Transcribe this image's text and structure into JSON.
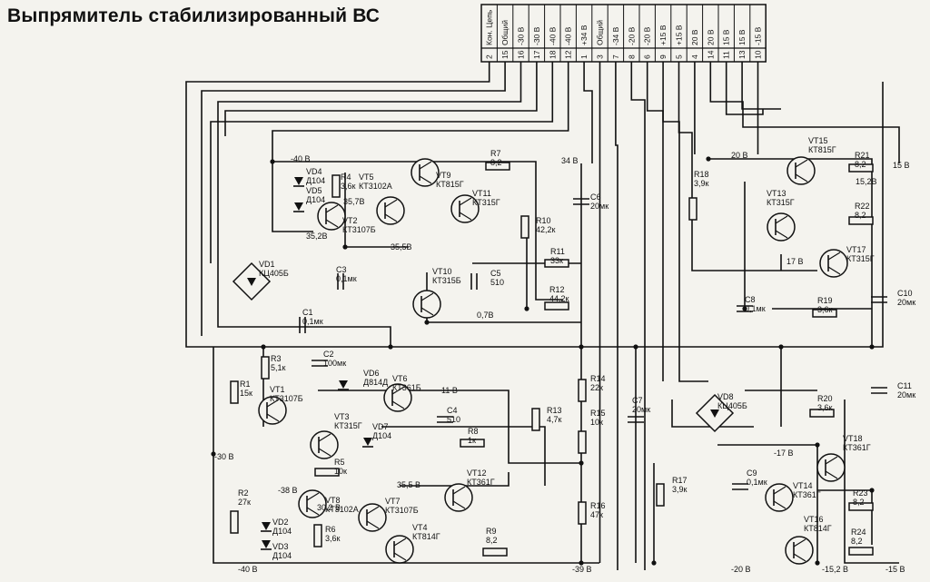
{
  "title": "Выпрямитель стабилизированный ВС",
  "connector": {
    "functions": [
      "Кон. Цепь",
      "Общий",
      "-30 В",
      "-30 В",
      "-40 В",
      "-40 В",
      "+34 В",
      "Общий",
      "-34 В",
      "-20 В",
      "-20 В",
      "+15 В",
      "+15 В",
      "20 В",
      "20 В",
      "15 В",
      "15 В",
      "-15 В"
    ],
    "pins": [
      "2",
      "15",
      "16",
      "17",
      "18",
      "12",
      "1",
      "3",
      "7",
      "8",
      "6",
      "9",
      "5",
      "4",
      "14",
      "11",
      "13",
      "10"
    ]
  },
  "transistors": [
    {
      "ref": "VT1",
      "part": "КТ3107Б"
    },
    {
      "ref": "VT2",
      "part": "КТ3107Б"
    },
    {
      "ref": "VT3",
      "part": "КТ315Г"
    },
    {
      "ref": "VT4",
      "part": "КТ814Г"
    },
    {
      "ref": "VT5",
      "part": "КТ3102А"
    },
    {
      "ref": "VT6",
      "part": "КТ361Б"
    },
    {
      "ref": "VT7",
      "part": "КТ3107Б"
    },
    {
      "ref": "VT8",
      "part": "КТ3102А"
    },
    {
      "ref": "VT9",
      "part": "КТ815Г"
    },
    {
      "ref": "VT10",
      "part": "КТ315Б"
    },
    {
      "ref": "VT11",
      "part": "КТ315Г"
    },
    {
      "ref": "VT12",
      "part": "КТ361Г"
    },
    {
      "ref": "VT13",
      "part": "КТ315Г"
    },
    {
      "ref": "VT14",
      "part": "КТ361Г"
    },
    {
      "ref": "VT15",
      "part": "КТ815Г"
    },
    {
      "ref": "VT16",
      "part": "КТ814Г"
    },
    {
      "ref": "VT17",
      "part": "КТ315Г"
    },
    {
      "ref": "VT18",
      "part": "КТ361Г"
    }
  ],
  "resistors": [
    {
      "ref": "R1",
      "value": "15к"
    },
    {
      "ref": "R2",
      "value": "27к"
    },
    {
      "ref": "R3",
      "value": "5,1к"
    },
    {
      "ref": "R4",
      "value": "3,6к"
    },
    {
      "ref": "R5",
      "value": "10к"
    },
    {
      "ref": "R6",
      "value": "3,6к"
    },
    {
      "ref": "R7",
      "value": "8,2"
    },
    {
      "ref": "R8",
      "value": "1к"
    },
    {
      "ref": "R9",
      "value": "8,2"
    },
    {
      "ref": "R10",
      "value": "42,2к"
    },
    {
      "ref": "R11",
      "value": "33к"
    },
    {
      "ref": "R12",
      "value": "44,2к"
    },
    {
      "ref": "R13",
      "value": "4,7к"
    },
    {
      "ref": "R14",
      "value": "22к"
    },
    {
      "ref": "R15",
      "value": "10к"
    },
    {
      "ref": "R16",
      "value": "47к"
    },
    {
      "ref": "R17",
      "value": "3,9к"
    },
    {
      "ref": "R18",
      "value": "3,9к"
    },
    {
      "ref": "R19",
      "value": "3,6к"
    },
    {
      "ref": "R20",
      "value": "3,6к"
    },
    {
      "ref": "R21",
      "value": "8,2"
    },
    {
      "ref": "R22",
      "value": "8,2"
    },
    {
      "ref": "R23",
      "value": "8,2"
    },
    {
      "ref": "R24",
      "value": "8,2"
    }
  ],
  "capacitors": [
    {
      "ref": "C1",
      "value": "0,1мк"
    },
    {
      "ref": "C2",
      "value": "100мк"
    },
    {
      "ref": "C3",
      "value": "0,1мк"
    },
    {
      "ref": "C4",
      "value": "510"
    },
    {
      "ref": "C5",
      "value": "510"
    },
    {
      "ref": "C6",
      "value": "20мк"
    },
    {
      "ref": "C7",
      "value": "20мк"
    },
    {
      "ref": "C8",
      "value": "0,1мк"
    },
    {
      "ref": "C9",
      "value": "0,1мк"
    },
    {
      "ref": "C10",
      "value": "20мк"
    },
    {
      "ref": "C11",
      "value": "20мк"
    }
  ],
  "diodes": [
    {
      "ref": "VD1",
      "part": "КЦ405Б"
    },
    {
      "ref": "VD2",
      "part": "Д104"
    },
    {
      "ref": "VD3",
      "part": "Д104"
    },
    {
      "ref": "VD4",
      "part": "Д104"
    },
    {
      "ref": "VD5",
      "part": "Д104"
    },
    {
      "ref": "VD6",
      "part": "Д814Д"
    },
    {
      "ref": "VD7",
      "part": "Д104"
    },
    {
      "ref": "VD8",
      "part": "КЦ405Б"
    }
  ],
  "voltages": [
    "-40 В",
    "35,7В",
    "35,2В",
    "35,5В",
    "34 В",
    "0,7В",
    "20 В",
    "15 В",
    "15,2В",
    "17 В",
    "11 В",
    "-30 В",
    "-38 В",
    "30,2 В",
    "35,5 В",
    "-40 В",
    "-39 В",
    "-17 В",
    "-20 В",
    "-15,2 В",
    "-15 В"
  ]
}
